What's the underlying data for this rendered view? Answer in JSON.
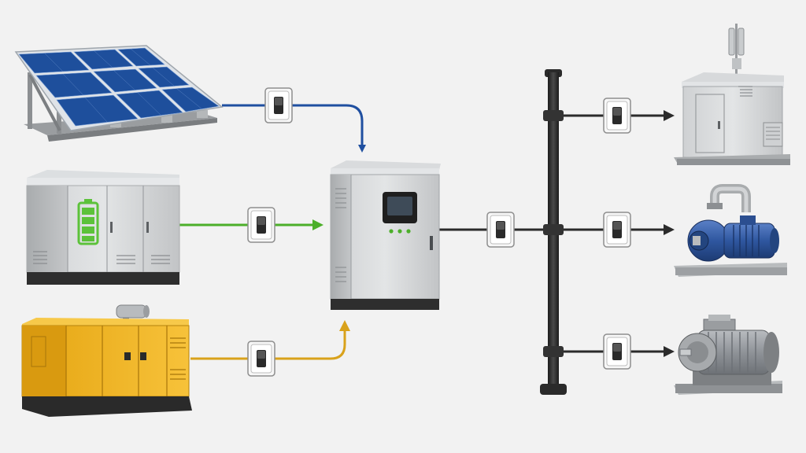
{
  "diagram": {
    "colors": {
      "background": "#f2f2f2",
      "solar_line": "#1f4fa0",
      "battery_line": "#4caf2a",
      "generator_line": "#d9a21b",
      "bus_line": "#2b2b2b",
      "generator_body": "#f0b41c",
      "battery_indicator": "#5cc23a",
      "pump_body": "#2f57a0",
      "solar_cell": "#1e4f9c"
    },
    "sources": [
      {
        "id": "solar-panel-array",
        "icon": "solar-panel-icon",
        "line_color": "#1f4fa0"
      },
      {
        "id": "battery-storage-cabinet",
        "icon": "battery-icon",
        "line_color": "#4caf2a"
      },
      {
        "id": "diesel-generator",
        "icon": "generator-icon",
        "line_color": "#d9a21b"
      }
    ],
    "hub": {
      "id": "power-control-cabinet",
      "icon": "control-panel-icon"
    },
    "bus": {
      "id": "distribution-busbar",
      "icon": "busbar-icon"
    },
    "loads": [
      {
        "id": "telecom-shelter",
        "icon": "telecom-shelter-icon"
      },
      {
        "id": "water-pump",
        "icon": "water-pump-icon"
      },
      {
        "id": "electric-motor",
        "icon": "electric-motor-icon"
      }
    ],
    "switches": [
      {
        "id": "switch-solar",
        "icon": "switch-icon"
      },
      {
        "id": "switch-battery",
        "icon": "switch-icon"
      },
      {
        "id": "switch-generator",
        "icon": "switch-icon"
      },
      {
        "id": "switch-cabinet-output",
        "icon": "switch-icon"
      },
      {
        "id": "switch-telecom",
        "icon": "switch-icon"
      },
      {
        "id": "switch-pump",
        "icon": "switch-icon"
      },
      {
        "id": "switch-motor",
        "icon": "switch-icon"
      }
    ]
  }
}
